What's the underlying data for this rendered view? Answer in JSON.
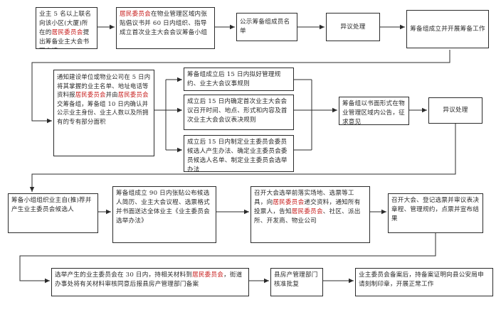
{
  "colors": {
    "line": "#2b2b2b",
    "highlight": "#c8201f",
    "background": "#ffffff"
  },
  "steps": {
    "s1": {
      "a": "业主 5 名以上联名向该小区(大厦)所在的",
      "b": "居民委员会",
      "c": "提出筹备业主大会书面申请"
    },
    "s2": {
      "a": "居民委员会",
      "b": "在物业管理区域内张贴倡议书并 60 日内组织、指导成立首次业主大会会议筹备小组"
    },
    "s3": {
      "a": "公示筹备组成员名单"
    },
    "s4": {
      "a": "异议处理"
    },
    "s5": {
      "a": "筹备组成立并开展筹备工作"
    },
    "s6": {
      "a": "通知建设单位或物业公司在 5 日内将其掌握的业主名单、地址电话等资料报",
      "b": "居民委员会",
      "c": "并由",
      "d": "居民委员会",
      "e": "交筹备组，筹备组 10 日内确认并公示业主身份、业主人数以及所拥有的专有部分面积"
    },
    "s7a": {
      "a": "筹备组成立后 15 日内拟好管理规约、业主大会议事规则"
    },
    "s7b": {
      "a": "成立后 15 日内确定首次业主大会会议召开时间、地点、形式和内容及首次业主大会会议表决规则"
    },
    "s7c": {
      "a": "成立后 15 日内制定业主委员会委员候选人产生办法、确定业主委员会委员候选人名单、制定业主委员会选举办法"
    },
    "s8": {
      "a": "筹备组以书面形式在物业管理区域内公告，征求意见"
    },
    "s9": {
      "a": "异议处理"
    },
    "s10": {
      "a": "筹备小组组织业主自(推)荐并产生业主委员会候选人"
    },
    "s11": {
      "a": "筹备组成立 90 日内张贴公布候选人简历、业主大会议程、选票格式并书面送达全体业主《业主委员会选举办法》"
    },
    "s12": {
      "a": "召开大会选举前落实场地、选票等工具，向",
      "b": "居民委员会",
      "c": "递交资料，通知所有投票人，告知",
      "d": "居民委员会",
      "e": "、社区、派出所、开发商、物业公司"
    },
    "s13": {
      "a": "召开大会、登记选票并审议表决章程、管理规约，点票并宣布结果"
    },
    "s14": {
      "a": "选举产生的业主委员会在 30 日内，持相关材料到",
      "b": "居民委员会",
      "c": "，街道办事处将有关材料审核同意后报县房产管理部门备案"
    },
    "s15": {
      "a": "县房产管理部门核准批复"
    },
    "s16": {
      "a": "业主委员会备案后，持备案证明向县公安局申请刻制印章，开展正常工作"
    }
  }
}
